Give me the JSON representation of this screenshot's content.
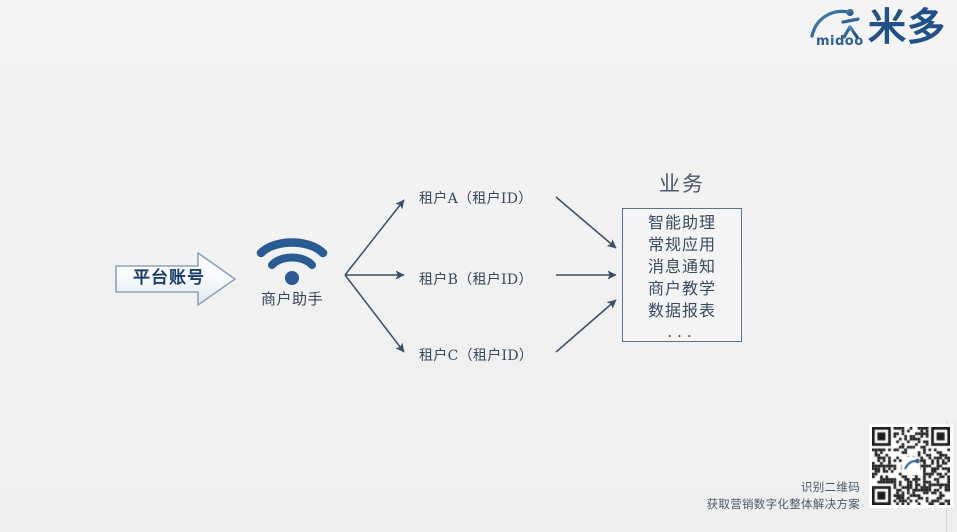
{
  "slide": {
    "background_color": "#f2f2f2",
    "accent_color": "#1f5087"
  },
  "logo": {
    "mark_name": "midoo-swoosh-person-logo",
    "latin_text": "midoo",
    "cn_text": "米多",
    "color": "#1f5087"
  },
  "flow": {
    "platform": {
      "label": "平台账号",
      "shape": "right-arrow",
      "text_color": "#1b3f6b",
      "border_color": "#7b96b5"
    },
    "assistant": {
      "icon": "wifi-icon",
      "label": "商户助手",
      "icon_color": "#2a5c93"
    },
    "tenants": [
      {
        "label": "租户A（租户ID）"
      },
      {
        "label": "租户B（租户ID）"
      },
      {
        "label": "租户C（租户ID）"
      }
    ],
    "business": {
      "title": "业务",
      "items": [
        "智能助理",
        "常规应用",
        "消息通知",
        "商户教学",
        "数据报表"
      ],
      "more": "···",
      "border_color": "#5d7491"
    },
    "arrow_color": "#3c4f66"
  },
  "footer": {
    "qr_name": "wechat-qr-code",
    "caption_line1": "识别二维码",
    "caption_line2": "获取营销数字化整体解决方案"
  }
}
